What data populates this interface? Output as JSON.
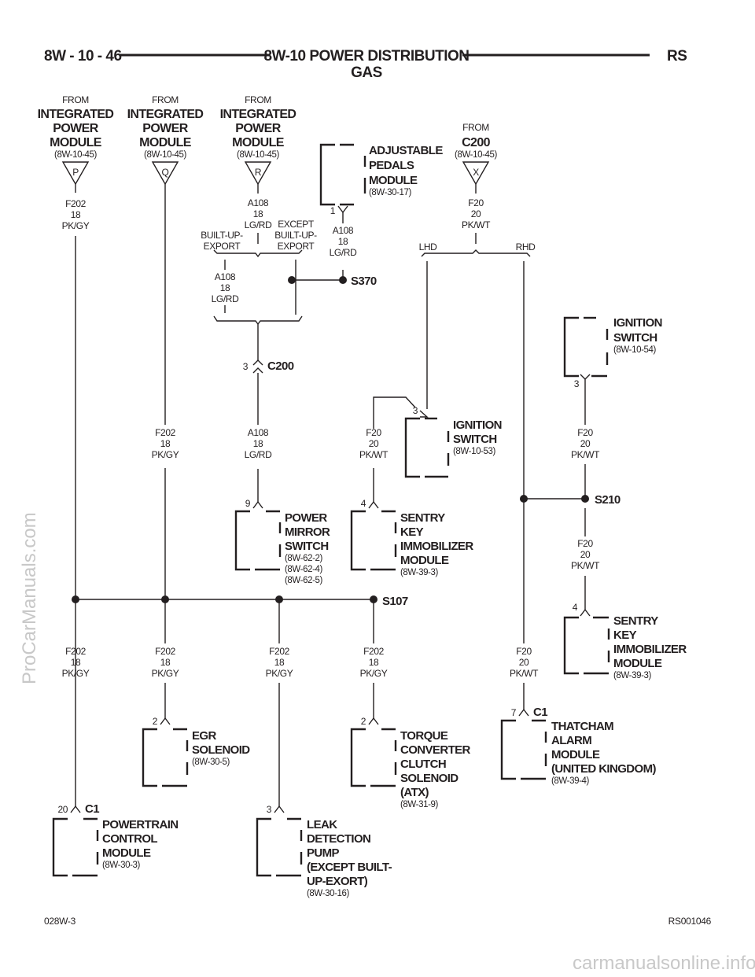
{
  "header": {
    "left": "8W - 10 - 46",
    "title": "8W-10 POWER DISTRIBUTION",
    "subtitle": "GAS",
    "right": "RS"
  },
  "footer": {
    "left": "028W-3",
    "right": "RS001046"
  },
  "watermarks": {
    "side": "ProCarManuals.com",
    "bottom": "carmanualsonline.info"
  },
  "sources": [
    {
      "from": "FROM",
      "name": [
        "INTEGRATED",
        "POWER",
        "MODULE"
      ],
      "ref": "(8W-10-45)",
      "pin": "P"
    },
    {
      "from": "FROM",
      "name": [
        "INTEGRATED",
        "POWER",
        "MODULE"
      ],
      "ref": "(8W-10-45)",
      "pin": "Q"
    },
    {
      "from": "FROM",
      "name": [
        "INTEGRATED",
        "POWER",
        "MODULE"
      ],
      "ref": "(8W-10-45)",
      "pin": "R"
    },
    {
      "from": "FROM",
      "name": [
        "C200"
      ],
      "ref": "(8W-10-45)",
      "pin": "X"
    }
  ],
  "wires": [
    {
      "circuit": "F202",
      "gauge": "18",
      "color": "PK/GY"
    },
    {
      "circuit": "A108",
      "gauge": "18",
      "color": "LG/RD"
    },
    {
      "circuit": "F20",
      "gauge": "20",
      "color": "PK/WT"
    }
  ],
  "options": {
    "built_up": [
      "BUILT-UP-",
      "EXPORT"
    ],
    "except": [
      "EXCEPT",
      "BUILT-UP-",
      "EXPORT"
    ],
    "lhd": "LHD",
    "rhd": "RHD"
  },
  "splices": {
    "s370": "S370",
    "s210": "S210",
    "s107": "S107"
  },
  "connectors": {
    "c200": "C200",
    "c1": "C1"
  },
  "pins": {
    "p1": "1",
    "p2": "2",
    "p3": "3",
    "p4": "4",
    "p7": "7",
    "p9": "9",
    "p20": "20"
  },
  "components": {
    "adjustable_pedals": {
      "name": [
        "ADJUSTABLE",
        "PEDALS",
        "MODULE"
      ],
      "ref": "(8W-30-17)"
    },
    "ignition_switch_rhd": {
      "name": [
        "IGNITION",
        "SWITCH"
      ],
      "ref": "(8W-10-54)"
    },
    "ignition_switch_lhd": {
      "name": [
        "IGNITION",
        "SWITCH"
      ],
      "ref": "(8W-10-53)"
    },
    "power_mirror": {
      "name": [
        "POWER",
        "MIRROR",
        "SWITCH"
      ],
      "refs": [
        "(8W-62-2)",
        "(8W-62-4)",
        "(8W-62-5)"
      ]
    },
    "skim_lhd": {
      "name": [
        "SENTRY",
        "KEY",
        "IMMOBILIZER",
        "MODULE"
      ],
      "ref": "(8W-39-3)"
    },
    "skim_rhd": {
      "name": [
        "SENTRY",
        "KEY",
        "IMMOBILIZER",
        "MODULE"
      ],
      "ref": "(8W-39-3)"
    },
    "egr": {
      "name": [
        "EGR",
        "SOLENOID"
      ],
      "ref": "(8W-30-5)"
    },
    "tcc": {
      "name": [
        "TORQUE",
        "CONVERTER",
        "CLUTCH",
        "SOLENOID",
        "(ATX)"
      ],
      "ref": "(8W-31-9)"
    },
    "thatcham": {
      "name": [
        "THATCHAM",
        "ALARM",
        "MODULE",
        "(UNITED KINGDOM)"
      ],
      "ref": "(8W-39-4)"
    },
    "pcm": {
      "name": [
        "POWERTRAIN",
        "CONTROL",
        "MODULE"
      ],
      "ref": "(8W-30-3)"
    },
    "ldp": {
      "name": [
        "LEAK",
        "DETECTION",
        "PUMP",
        "(EXCEPT BUILT-",
        "UP-EXORT)"
      ],
      "ref": "(8W-30-16)"
    }
  }
}
